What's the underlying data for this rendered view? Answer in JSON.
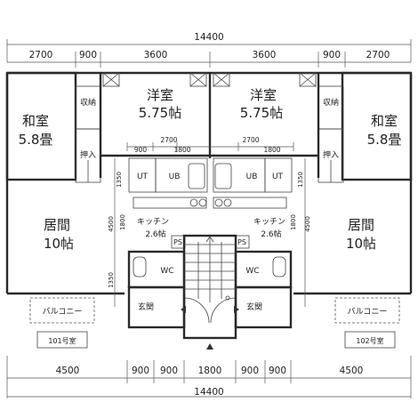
{
  "overall_dimension_top": "14400",
  "overall_dimension_bottom": "14400",
  "top_segments": [
    "2700",
    "900",
    "3600",
    "3600",
    "900",
    "2700"
  ],
  "bottom_segments": [
    "4500",
    "900",
    "900",
    "1800",
    "900",
    "900",
    "4500"
  ],
  "inner_segments_left": [
    "900",
    "2700",
    "1800"
  ],
  "inner_segments_right": [
    "2700",
    "1800"
  ],
  "vertical_dims": [
    "1350",
    "4500",
    "1800",
    "1350",
    "1800",
    "4500",
    "1350"
  ],
  "units": [
    {
      "unit_label": "101号室",
      "washitsu_label": "和室",
      "washitsu_size": "5.8畳",
      "youshitsu_label": "洋室",
      "youshitsu_size": "5.75帖",
      "living_label": "居間",
      "living_size": "10帖",
      "kitchen_label": "キッチン",
      "kitchen_size": "2.6帖",
      "closet_label": "収納",
      "oshiire_label": "押入",
      "ut_label": "UT",
      "ub_label": "UB",
      "wc_label": "WC",
      "genkan_label": "玄関",
      "ps_label": "PS",
      "balcony_label": "バルコニー"
    },
    {
      "unit_label": "102号室",
      "washitsu_label": "和室",
      "washitsu_size": "5.8畳",
      "youshitsu_label": "洋室",
      "youshitsu_size": "5.75帖",
      "living_label": "居間",
      "living_size": "10帖",
      "kitchen_label": "キッチン",
      "kitchen_size": "2.6帖",
      "closet_label": "収納",
      "oshiire_label": "押入",
      "ut_label": "UT",
      "ub_label": "UB",
      "wc_label": "WC",
      "genkan_label": "玄関",
      "ps_label": "PS",
      "balcony_label": "バルコニー"
    }
  ]
}
